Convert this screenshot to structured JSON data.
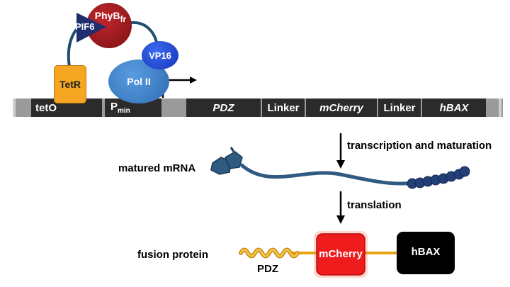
{
  "dna": {
    "segments": [
      "tetO",
      "PDZ",
      "Linker",
      "mCherry",
      "Linker",
      "hBAX"
    ],
    "promoter": {
      "main": "P",
      "sub": "min"
    }
  },
  "proteins": {
    "tetr": "TetR",
    "phyb": {
      "main": "PhyB",
      "sub": "fr"
    },
    "pif6": "PIF6",
    "vp16": "VP16",
    "pol2": "Pol II"
  },
  "steps": {
    "transcription": "transcription and maturation",
    "translation": "translation"
  },
  "labels": {
    "mrna": "matured mRNA",
    "fusion": "fusion protein",
    "pdz": "PDZ",
    "mcherry": "mCherry",
    "hbax": "hBAX"
  },
  "colors": {
    "dna_dark": "#2b2b2b",
    "dna_gap": "#8a8a8a",
    "tetr": "#f5a623",
    "phyb": "#9b1b1f",
    "pif6": "#1f2f6e",
    "vp16": "#1a3fd1",
    "pol2": "#3a7ec9",
    "mrna": "#2f5a82",
    "mcherry": "#ee1c1c",
    "hbax": "#000000",
    "linker": "#e8a317"
  }
}
